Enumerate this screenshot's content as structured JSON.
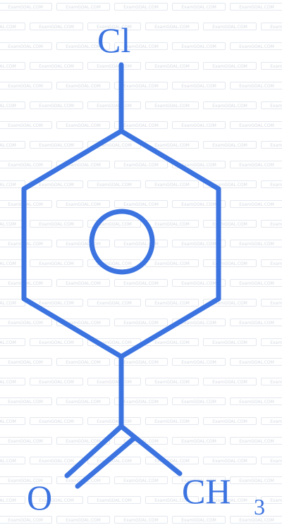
{
  "watermark": {
    "text": "ExamGOAL.COM"
  },
  "molecule": {
    "color": "#3b73e0",
    "labels": {
      "chlorine": "Cl",
      "oxygen": "O",
      "methyl_c": "CH",
      "methyl_sub": "3"
    }
  }
}
